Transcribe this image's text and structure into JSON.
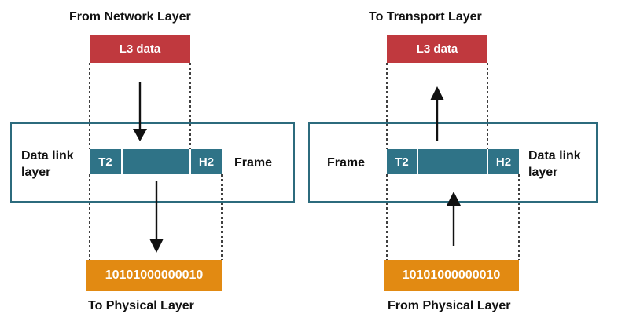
{
  "left": {
    "top_title": "From Network Layer",
    "data_label": "L3 data",
    "layer_label_line1": "Data link",
    "layer_label_line2": "layer",
    "frame_label": "Frame",
    "trailer": "T2",
    "header": "H2",
    "bits": "10101000000010",
    "bottom_title": "To Physical Layer"
  },
  "right": {
    "top_title": "To Transport Layer",
    "data_label": "L3 data",
    "layer_label_line1": "Data link",
    "layer_label_line2": "layer",
    "frame_label": "Frame",
    "trailer": "T2",
    "header": "H2",
    "bits": "10101000000010",
    "bottom_title": "From Physical Layer"
  },
  "colors": {
    "data_box": "#c0393e",
    "frame_bar": "#2f7387",
    "bits_box": "#e28a12",
    "border": "#2c6b7d"
  }
}
